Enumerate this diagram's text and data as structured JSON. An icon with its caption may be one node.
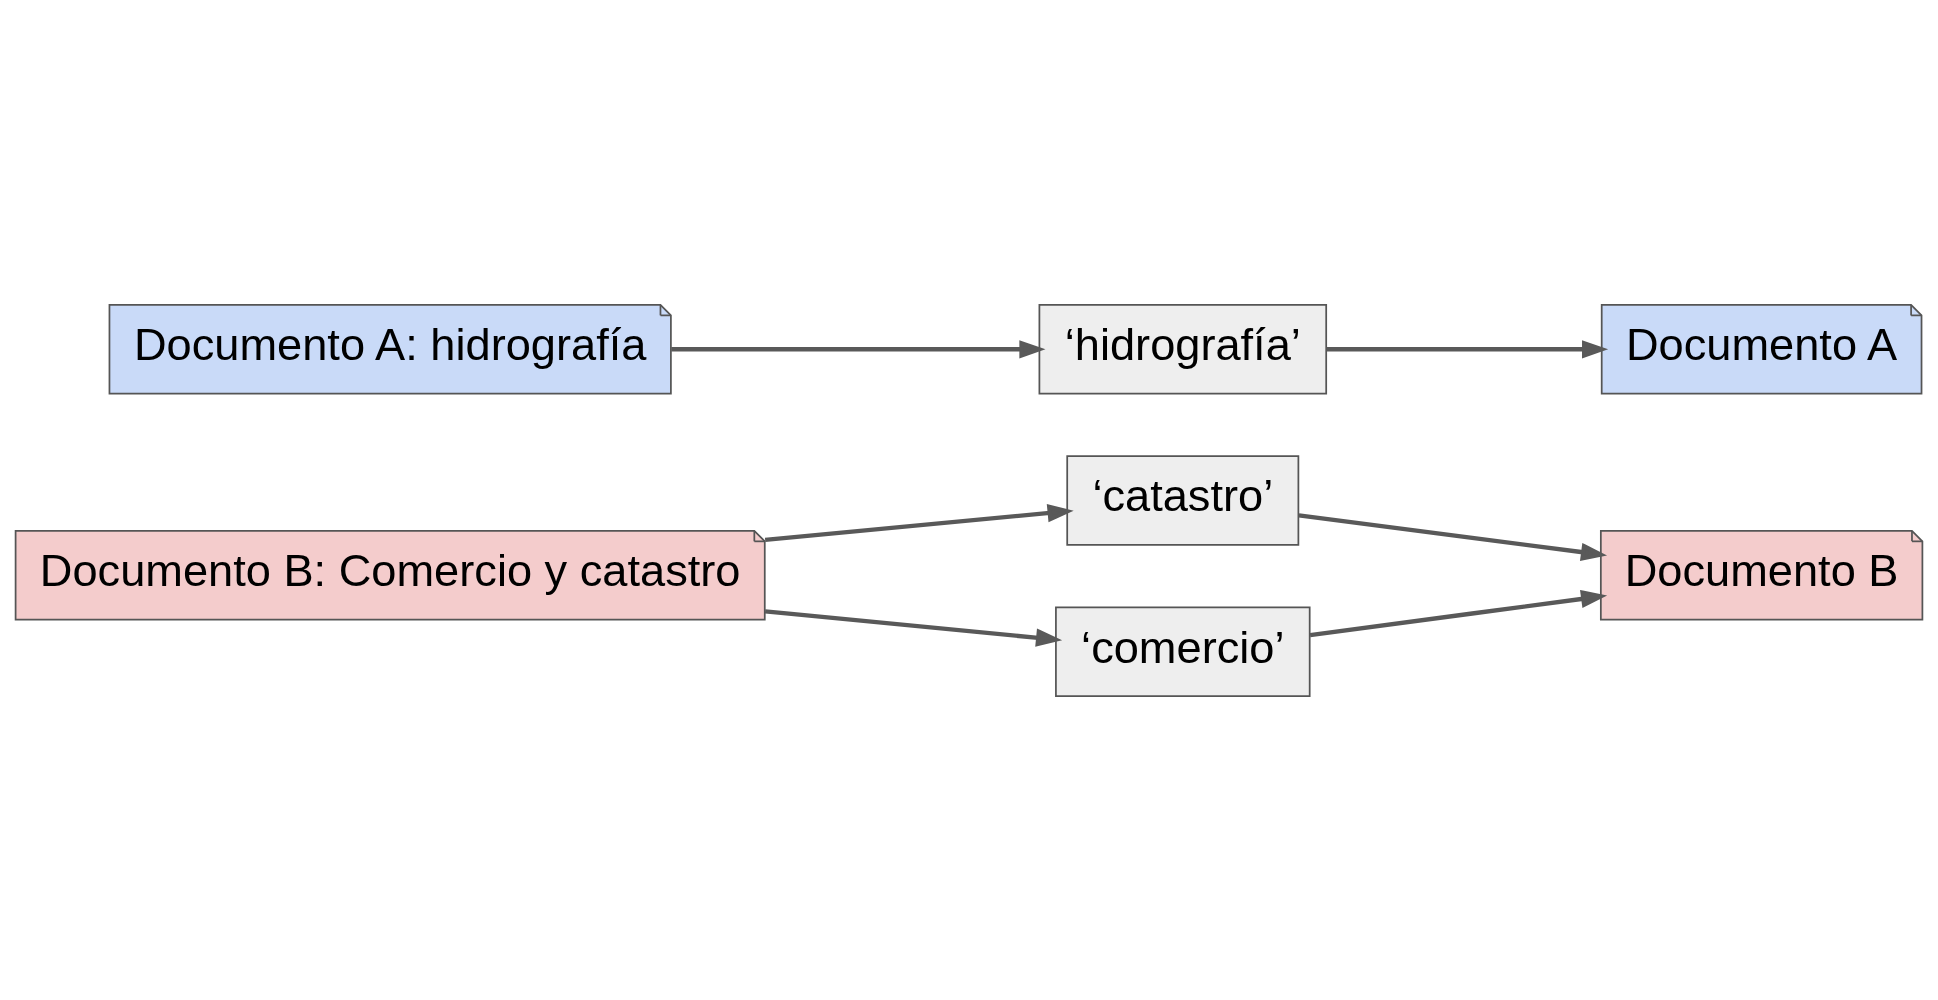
{
  "diagram": {
    "nodes": [
      {
        "text": [
          "Documento A: hidrografía"
        ]
      },
      {
        "text": [
          "Documento B: Comercio y catastro"
        ]
      },
      {
        "text": [
          "‘hidrografía’"
        ]
      },
      {
        "text": [
          "‘catastro’"
        ]
      },
      {
        "text": [
          "‘comercio’"
        ]
      },
      {
        "text": [
          "Documento A"
        ]
      },
      {
        "text": [
          "Documento B"
        ]
      }
    ],
    "edges": [
      {
        "from": 0,
        "to": 2,
        "arrow": "to"
      },
      {
        "from": 1,
        "to": 3,
        "arrow": "to"
      },
      {
        "from": 1,
        "to": 4,
        "arrow": "to"
      },
      {
        "from": 2,
        "to": 5,
        "arrow": "to"
      },
      {
        "from": 3,
        "to": 6,
        "arrow": "to"
      },
      {
        "from": 4,
        "to": 6,
        "arrow": "to"
      }
    ]
  }
}
